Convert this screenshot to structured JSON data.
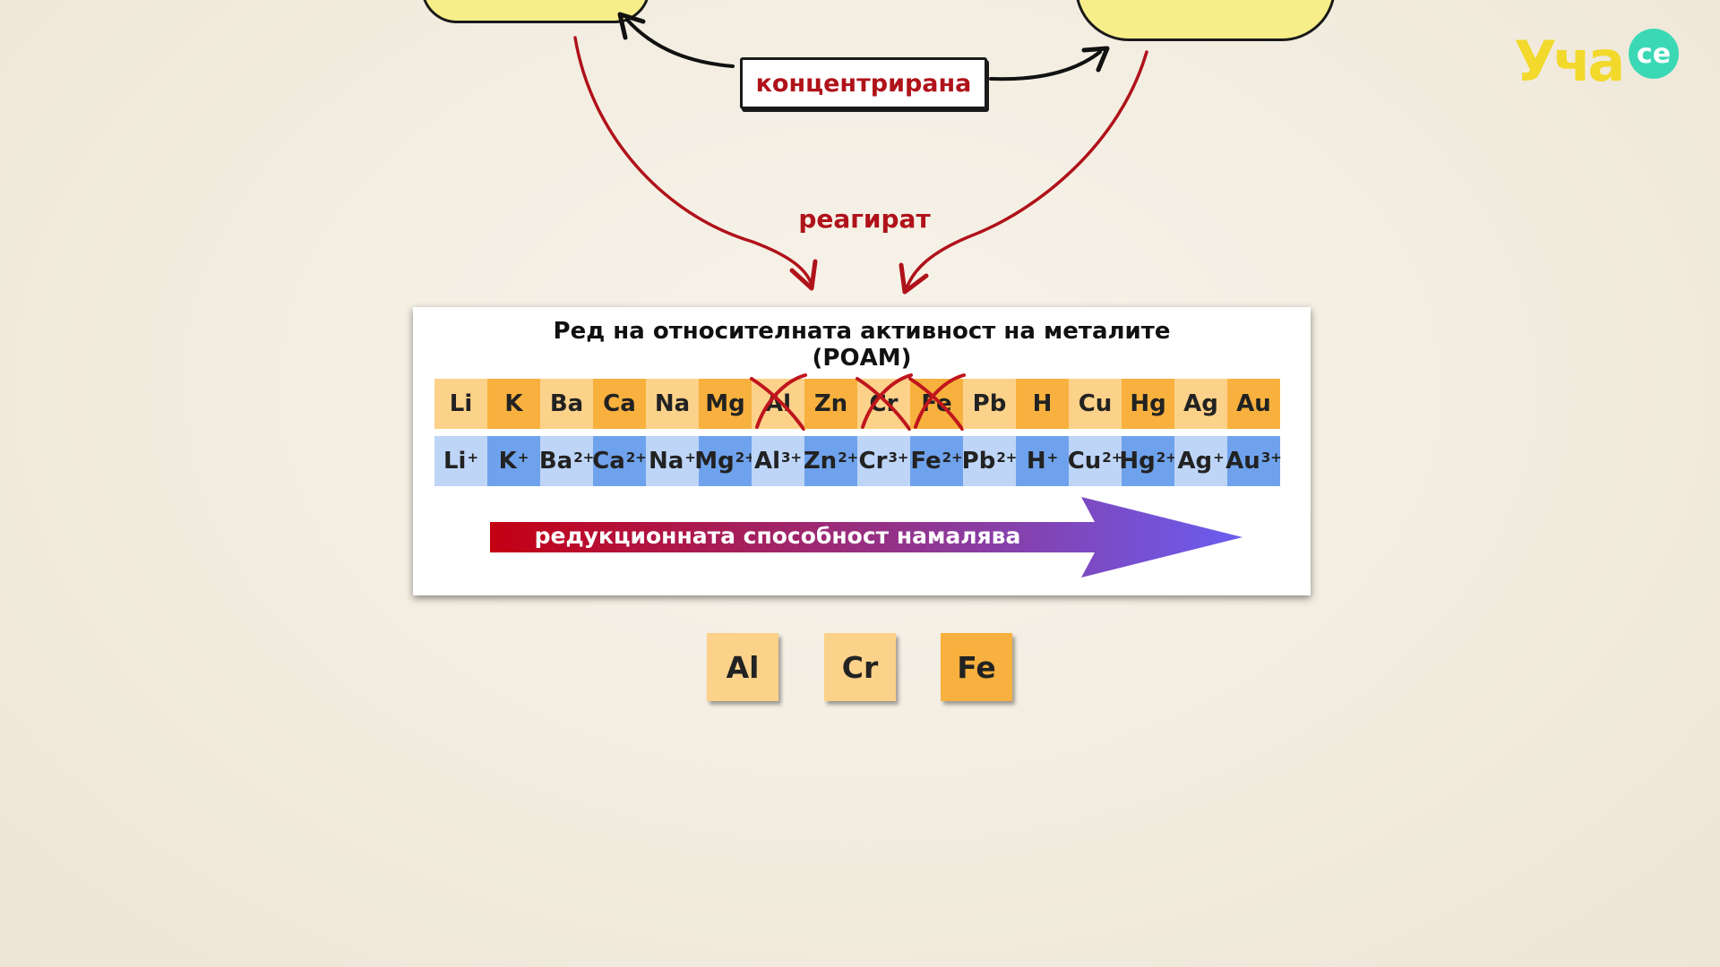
{
  "header": {
    "concentrated_label": "концентрирана",
    "react_label": "реагират",
    "right_bubble_partial_text": "",
    "logo_text": "Уча",
    "logo_badge": "се"
  },
  "colors": {
    "accent_red": "#b0121a",
    "bubble_yellow": "#f7ee8a",
    "metal_light": "#fcd28a",
    "metal_dark": "#f8b13e",
    "ion_light": "#bed5f7",
    "ion_dark": "#6fa2ec",
    "arrow_gradient_start": "#c40012",
    "arrow_gradient_end": "#6a5df0"
  },
  "panel": {
    "title_line1": "Ред на относителната активност на металите",
    "title_line2": "(РОАМ)",
    "metals": [
      {
        "symbol": "Li",
        "shade": "light",
        "crossed": false
      },
      {
        "symbol": "K",
        "shade": "dark",
        "crossed": false
      },
      {
        "symbol": "Ba",
        "shade": "light",
        "crossed": false
      },
      {
        "symbol": "Ca",
        "shade": "dark",
        "crossed": false
      },
      {
        "symbol": "Na",
        "shade": "light",
        "crossed": false
      },
      {
        "symbol": "Mg",
        "shade": "dark",
        "crossed": false
      },
      {
        "symbol": "Al",
        "shade": "light",
        "crossed": true
      },
      {
        "symbol": "Zn",
        "shade": "dark",
        "crossed": false
      },
      {
        "symbol": "Cr",
        "shade": "light",
        "crossed": true
      },
      {
        "symbol": "Fe",
        "shade": "dark",
        "crossed": true
      },
      {
        "symbol": "Pb",
        "shade": "light",
        "crossed": false
      },
      {
        "symbol": "H",
        "shade": "dark",
        "crossed": false
      },
      {
        "symbol": "Cu",
        "shade": "light",
        "crossed": false
      },
      {
        "symbol": "Hg",
        "shade": "dark",
        "crossed": false
      },
      {
        "symbol": "Ag",
        "shade": "light",
        "crossed": false
      },
      {
        "symbol": "Au",
        "shade": "dark",
        "crossed": false
      }
    ],
    "ions": [
      {
        "symbol": "Li",
        "charge": "+",
        "shade": "light"
      },
      {
        "symbol": "K",
        "charge": "+",
        "shade": "dark"
      },
      {
        "symbol": "Ba",
        "charge": "2+",
        "shade": "light"
      },
      {
        "symbol": "Ca",
        "charge": "2+",
        "shade": "dark"
      },
      {
        "symbol": "Na",
        "charge": "+",
        "shade": "light"
      },
      {
        "symbol": "Mg",
        "charge": "2+",
        "shade": "dark"
      },
      {
        "symbol": "Al",
        "charge": "3+",
        "shade": "light"
      },
      {
        "symbol": "Zn",
        "charge": "2+",
        "shade": "dark"
      },
      {
        "symbol": "Cr",
        "charge": "3+",
        "shade": "light"
      },
      {
        "symbol": "Fe",
        "charge": "2+",
        "shade": "dark"
      },
      {
        "symbol": "Pb",
        "charge": "2+",
        "shade": "light"
      },
      {
        "symbol": "H",
        "charge": "+",
        "shade": "dark"
      },
      {
        "symbol": "Cu",
        "charge": "2+",
        "shade": "light"
      },
      {
        "symbol": "Hg",
        "charge": "2+",
        "shade": "dark"
      },
      {
        "symbol": "Ag",
        "charge": "+",
        "shade": "light"
      },
      {
        "symbol": "Au",
        "charge": "3+",
        "shade": "dark"
      }
    ],
    "reduction_label": "редукционната способност намалява"
  },
  "tiles": {
    "al": "Al",
    "cr": "Cr",
    "fe": "Fe"
  }
}
